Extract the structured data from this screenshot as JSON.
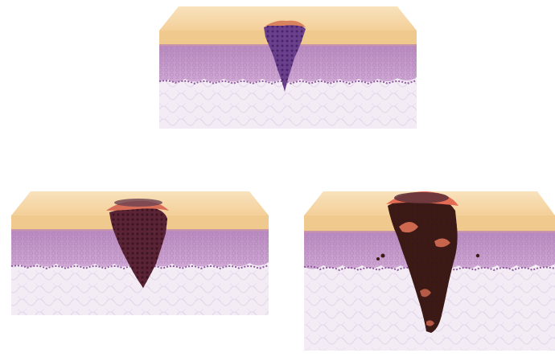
{
  "diagram": {
    "panels": [
      {
        "id": "stage-1",
        "lesion_tone": "#6a3f8c"
      },
      {
        "id": "stage-2",
        "lesion_tone": "#4a2030"
      },
      {
        "id": "stage-3",
        "lesion_tone": "#3a1a14"
      }
    ],
    "colors": {
      "epidermis_top": "#f7dcb0",
      "epidermis_side": "#f1c890",
      "dermis": "#c59ac9",
      "dermis_dark": "#9e6aa8",
      "subcutis": "#f2ebf4",
      "subcutis_lines": "#e2d4e8",
      "crust": "#e8785a"
    }
  }
}
